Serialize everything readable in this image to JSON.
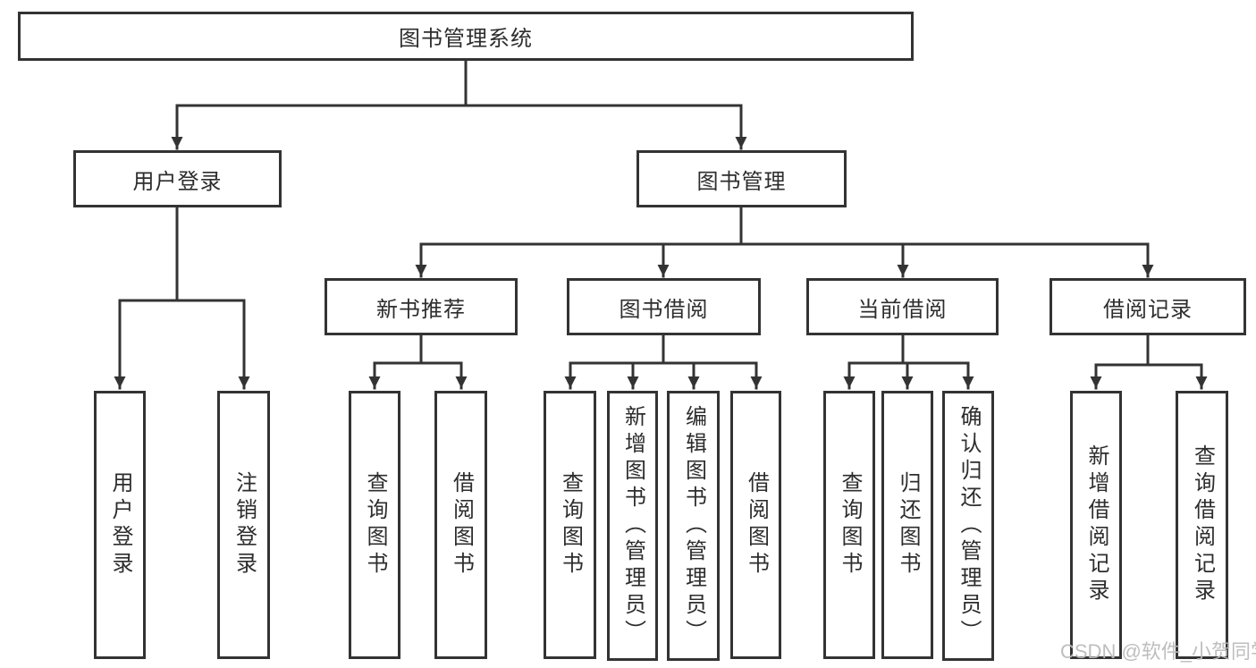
{
  "colors": {
    "line": "#333333",
    "box_border": "#333333",
    "text": "#2d2d2d",
    "watermark": "#bababa",
    "background": "#ffffff"
  },
  "watermark": {
    "text": "CSDN @软件_小贺同学"
  },
  "tree": {
    "root": {
      "label": "图书管理系统"
    },
    "level1": [
      {
        "label": "用户登录",
        "children": [
          {
            "label": "用户登录"
          },
          {
            "label": "注销登录"
          }
        ]
      },
      {
        "label": "图书管理",
        "children": [
          {
            "label": "新书推荐",
            "children": [
              {
                "label": "查询图书"
              },
              {
                "label": "借阅图书"
              }
            ]
          },
          {
            "label": "图书借阅",
            "children": [
              {
                "label": "查询图书"
              },
              {
                "label": "新增图书（管理员）"
              },
              {
                "label": "编辑图书（管理员）"
              },
              {
                "label": "借阅图书"
              }
            ]
          },
          {
            "label": "当前借阅",
            "children": [
              {
                "label": "查询图书"
              },
              {
                "label": "归还图书"
              },
              {
                "label": "确认归还（管理员）"
              }
            ]
          },
          {
            "label": "借阅记录",
            "children": [
              {
                "label": "新增借阅记录"
              },
              {
                "label": "查询借阅记录"
              }
            ]
          }
        ]
      }
    ]
  }
}
